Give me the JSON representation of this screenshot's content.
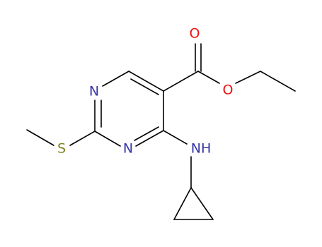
{
  "molecule": {
    "atoms": {
      "n_top": {
        "label": "N",
        "element": "N"
      },
      "n_bottom": {
        "label": "N",
        "element": "N"
      },
      "s": {
        "label": "S",
        "element": "S"
      },
      "o_carbonyl": {
        "label": "O",
        "element": "O"
      },
      "o_ester": {
        "label": "O",
        "element": "O"
      },
      "nh": {
        "label": "NH",
        "element": "N"
      }
    },
    "colors": {
      "bond": "#000000",
      "N": "#3333a8",
      "O": "#ee1111",
      "S": "#808020"
    }
  }
}
